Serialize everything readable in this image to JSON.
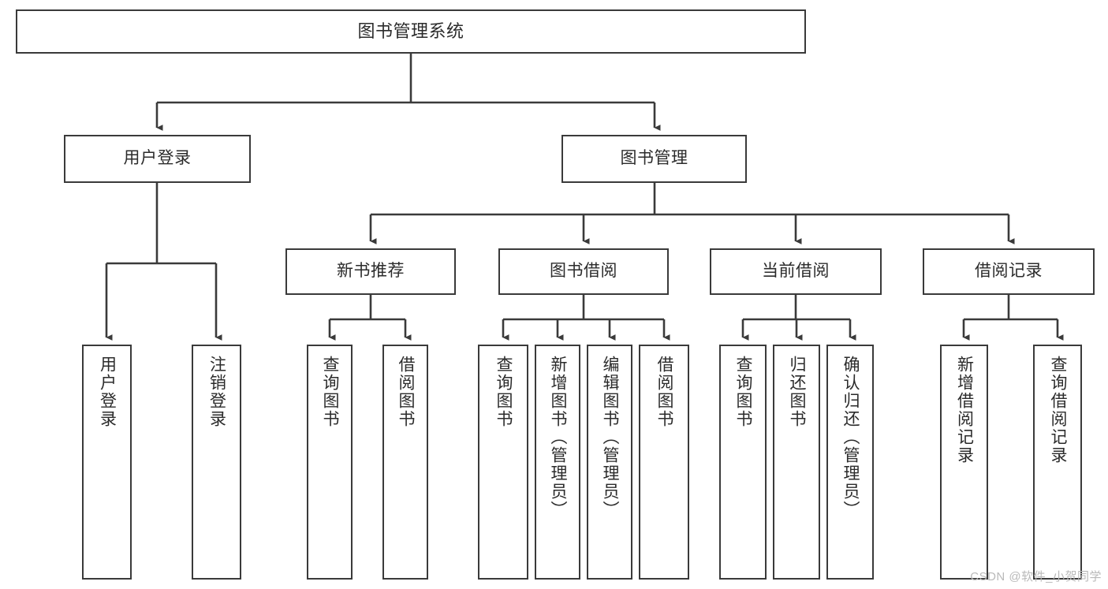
{
  "diagram": {
    "title": "图书管理系统",
    "type": "tree-hierarchy",
    "watermark": "CSDN @软件_小贺同学",
    "colors": {
      "background": "#ffffff",
      "box_border": "#3a3a3a",
      "box_fill": "#ffffff",
      "edge": "#3a3a3a",
      "text": "#2b2b2b",
      "watermark": "#b9b9b9"
    },
    "nodes": {
      "root": {
        "label": "图书管理系统"
      },
      "branch_user_login": {
        "label": "用户登录"
      },
      "branch_book_manage": {
        "label": "图书管理"
      },
      "mid_new_book": {
        "label": "新书推荐"
      },
      "mid_book_borrow": {
        "label": "图书借阅"
      },
      "mid_current_borrow": {
        "label": "当前借阅"
      },
      "mid_borrow_record": {
        "label": "借阅记录"
      },
      "leaf_user_login": {
        "label": "用户登录"
      },
      "leaf_user_logout": {
        "label": "注销登录"
      },
      "leaf_nb_query_book": {
        "label": "查询图书"
      },
      "leaf_nb_borrow_book": {
        "label": "借阅图书"
      },
      "leaf_bb_query_book": {
        "label": "查询图书"
      },
      "leaf_bb_add_book": {
        "label": "新增图书（管理员）"
      },
      "leaf_bb_edit_book": {
        "label": "编辑图书（管理员）"
      },
      "leaf_bb_borrow_book": {
        "label": "借阅图书"
      },
      "leaf_cb_query_book": {
        "label": "查询图书"
      },
      "leaf_cb_return_book": {
        "label": "归还图书"
      },
      "leaf_cb_confirm_return": {
        "label": "确认归还（管理员）"
      },
      "leaf_br_add_record": {
        "label": "新增借阅记录"
      },
      "leaf_br_query_record": {
        "label": "查询借阅记录"
      }
    }
  }
}
